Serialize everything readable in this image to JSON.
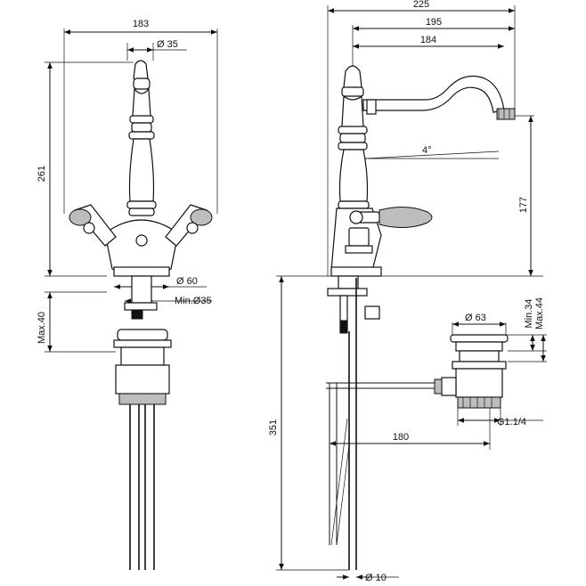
{
  "dimensions": {
    "front_width": "183",
    "front_handle_dia": "Ø 35",
    "front_height": "261",
    "front_base_dia": "Ø 60",
    "front_hole_dia": "Min.Ø35",
    "front_max_thickness": "Max.40",
    "side_total_width": "225",
    "side_width_195": "195",
    "side_width_184": "184",
    "side_angle": "4°",
    "side_spout_height": "177",
    "waste_dia": "Ø 63",
    "waste_min": "Min.34",
    "waste_max": "Max.44",
    "waste_rod_length": "180",
    "waste_thread": "G1.1/4",
    "side_tail_length": "351",
    "side_tail_dia": "Ø 10"
  }
}
